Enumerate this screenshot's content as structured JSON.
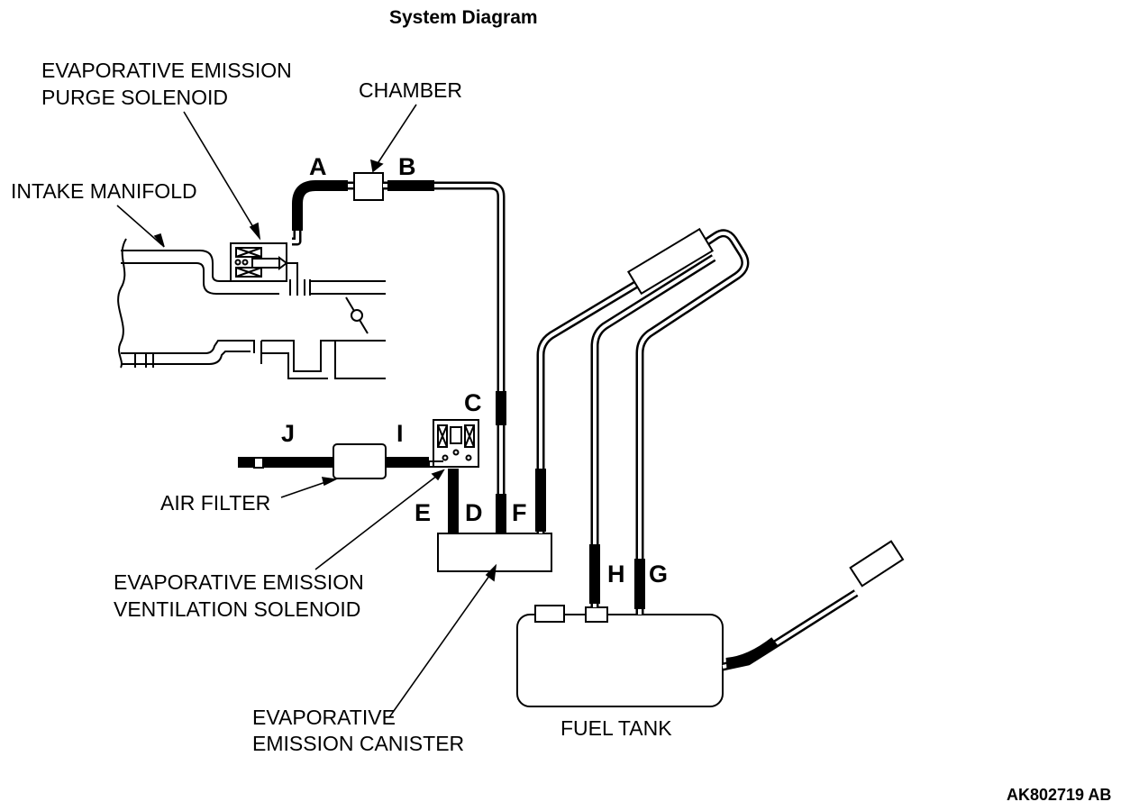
{
  "title": "System Diagram",
  "figure_code": "AK802719 AB",
  "components": {
    "purge_solenoid": [
      "EVAPORATIVE EMISSION",
      "PURGE SOLENOID"
    ],
    "chamber": "CHAMBER",
    "intake_manifold": "INTAKE MANIFOLD",
    "air_filter": "AIR FILTER",
    "ventilation_solenoid": [
      "EVAPORATIVE EMISSION",
      "VENTILATION SOLENOID"
    ],
    "canister": [
      "EVAPORATIVE",
      "EMISSION CANISTER"
    ],
    "fuel_tank": "FUEL TANK"
  },
  "hoses": {
    "A": "A",
    "B": "B",
    "C": "C",
    "D": "D",
    "E": "E",
    "F": "F",
    "G": "G",
    "H": "H",
    "I": "I",
    "J": "J"
  }
}
